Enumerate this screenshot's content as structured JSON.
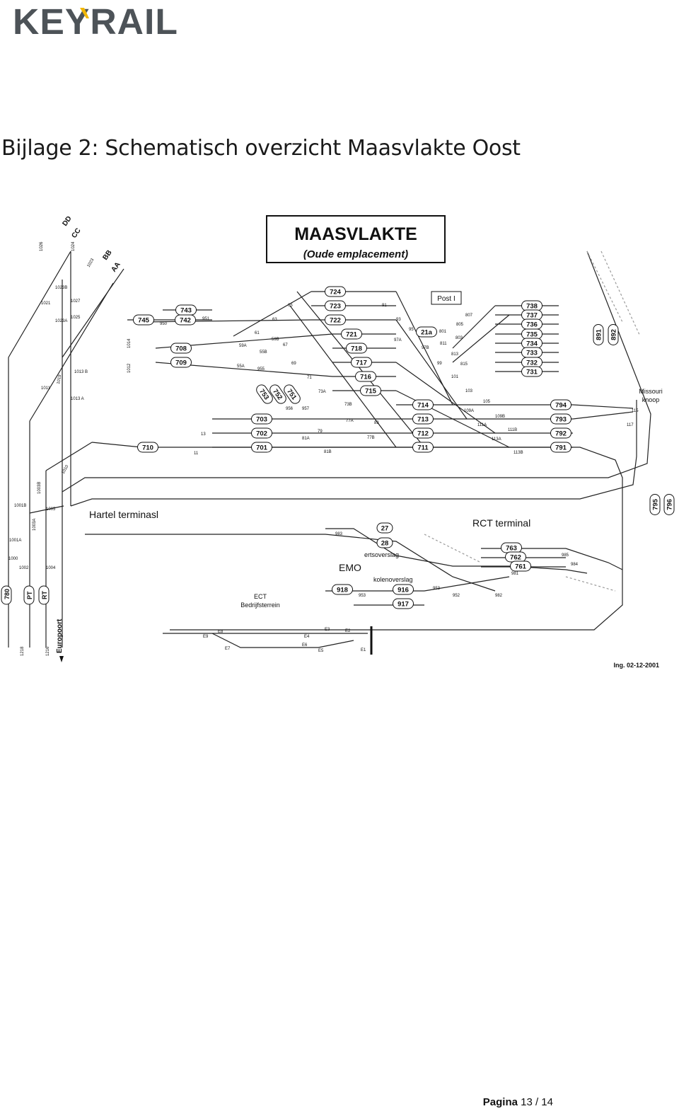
{
  "header": {
    "logo_text": "KEYRAIL",
    "title": "Bijlage 2: Schematisch overzicht Maasvlakte Oost"
  },
  "diagram": {
    "title": "MAASVLAKTE",
    "subtitle": "(Oude emplacement)",
    "areas": {
      "hartel": "Hartel terminasl",
      "rct": "RCT terminal",
      "emo": "EMO",
      "ertsoverslag": "ertsoverslag",
      "kolenoverslag": "kolenoverslag",
      "ect_line1": "ECT",
      "ect_line2": "Bedrijfsterrein",
      "missouri_line1": "Missouri",
      "missouri_line2": "knoop",
      "post": "Post I",
      "europoort": "Europoort"
    },
    "connections": [
      "DD",
      "CC",
      "BB",
      "AA"
    ],
    "bottom_labels": [
      "780",
      "PT",
      "RT"
    ],
    "track_codes": {
      "t724": "724",
      "t723": "723",
      "t722": "722",
      "t721": "721",
      "t718": "718",
      "t717": "717",
      "t716": "716",
      "t715": "715",
      "t714": "714",
      "t713": "713",
      "t712": "712",
      "t711": "711",
      "t743": "743",
      "t742": "742",
      "t745": "745",
      "t708": "708",
      "t709": "709",
      "t703": "703",
      "t702": "702",
      "t701": "701",
      "t710": "710",
      "t738": "738",
      "t737": "737",
      "t736": "736",
      "t735": "735",
      "t734": "734",
      "t733": "733",
      "t732": "732",
      "t731": "731",
      "t794": "794",
      "t793": "793",
      "t792": "792",
      "t791": "791",
      "t753": "753",
      "t752": "752",
      "t751": "751",
      "t891": "891",
      "t892": "892",
      "t795": "795",
      "t796": "796",
      "t27": "27",
      "t28": "28",
      "t918": "918",
      "t916": "916",
      "t917": "917",
      "t763": "763",
      "t762": "762",
      "t761": "761",
      "t21a": "21a"
    },
    "switch_labels": {
      "s1026": "1026",
      "s1024": "1024",
      "s1023B": "1023B",
      "s1021": "1021",
      "s1027": "1027",
      "s1023A": "1023A",
      "s1025": "1025",
      "s1011": "1011",
      "s1013B": "1013 B",
      "s1013A": "1013 A",
      "s950": "950",
      "s951": "951",
      "s63": "63",
      "s65": "65",
      "s61": "61",
      "s59B": "59B",
      "s59A": "59A",
      "s67": "67",
      "s55B": "55B",
      "s55A": "55A",
      "s955": "955",
      "s69": "69",
      "s71": "71",
      "s73A": "73A",
      "s73B": "73B",
      "s956": "956",
      "s957": "957",
      "s91": "91",
      "s93": "93",
      "s95": "95",
      "s97A": "97A",
      "s97B": "97B",
      "s99": "99",
      "s101": "101",
      "s103": "103",
      "s105": "105",
      "s109A": "109A",
      "s109B": "109B",
      "s111A": "111A",
      "s111B": "111B",
      "s113A": "113A",
      "s113B": "113B",
      "s801": "801",
      "s803": "803",
      "s805": "805",
      "s807": "807",
      "s811": "811",
      "s813": "813",
      "s815": "815",
      "s115": "115",
      "s117": "117",
      "s77A": "77A",
      "s77B": "77B",
      "s79": "79",
      "s81A": "81A",
      "s81B": "81B",
      "s83": "83",
      "s13": "13",
      "s11": "11",
      "s1001B": "1001B",
      "s1005": "1005",
      "s1003A": "1003A",
      "s1001A": "1001A",
      "s1000": "1000",
      "s1002": "1002",
      "s1004": "1004",
      "s983": "983",
      "s953": "953",
      "s952": "952",
      "s982": "982",
      "s981": "981",
      "s985": "985",
      "s984": "984",
      "s1003B": "1003B",
      "sE8": "E8",
      "sE9": "E9",
      "sE7": "E7",
      "sE4": "E4",
      "sE6": "E6",
      "sE5": "E5",
      "sE3": "E3",
      "sE2": "E2",
      "sE1": "E1"
    },
    "signal_labels": {
      "g1023": "1023",
      "g1019": "1019",
      "g1014": "1014",
      "g1012": "1012",
      "g1010": "1010",
      "g1218": "1218",
      "g1216": "1216"
    },
    "drawing_date": "Ing. 02-12-2001"
  },
  "footer": {
    "page_label": "Pagina",
    "page_number": "13 / 14"
  },
  "colors": {
    "logo_grey": "#4d5358",
    "logo_yellow": "#f2b705",
    "line": "#222222",
    "yard_track": "#9a9a9a"
  }
}
